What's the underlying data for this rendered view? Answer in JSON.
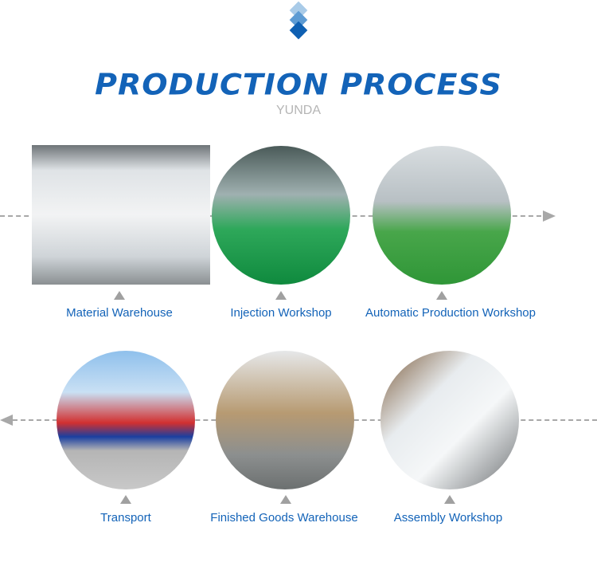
{
  "header": {
    "title": "PRODUCTION PROCESS",
    "subtitle": "YUNDA",
    "accent": "#1363b8"
  },
  "steps": [
    {
      "label": "Material Warehouse"
    },
    {
      "label": "Injection Workshop"
    },
    {
      "label": "Automatic Production Workshop"
    },
    {
      "label": "Assembly Workshop"
    },
    {
      "label": "Finished Goods Warehouse"
    },
    {
      "label": "Transport"
    }
  ]
}
